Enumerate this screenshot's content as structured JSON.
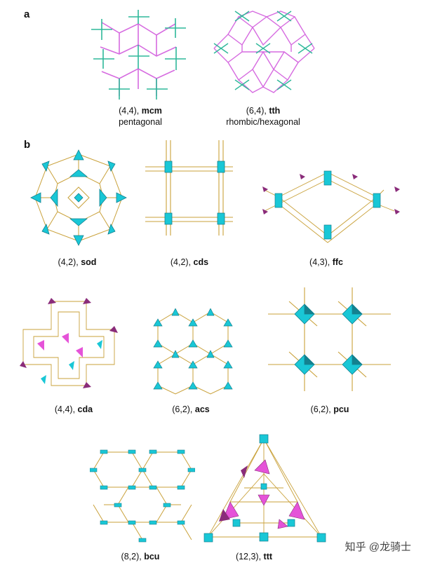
{
  "panels": {
    "a": "a",
    "b": "b"
  },
  "nets": [
    {
      "key": "mcm",
      "params": "(4,4), ",
      "symbol": "mcm",
      "desc": "pentagonal"
    },
    {
      "key": "tth",
      "params": "(6,4), ",
      "symbol": "tth",
      "desc": "rhombic/hexagonal"
    },
    {
      "key": "sod",
      "params": "(4,2), ",
      "symbol": "sod"
    },
    {
      "key": "cds",
      "params": "(4,2), ",
      "symbol": "cds"
    },
    {
      "key": "ffc",
      "params": "(4,3), ",
      "symbol": "ffc"
    },
    {
      "key": "cda",
      "params": "(4,4), ",
      "symbol": "cda"
    },
    {
      "key": "acs",
      "params": "(6,2), ",
      "symbol": "acs"
    },
    {
      "key": "pcu",
      "params": "(6,2), ",
      "symbol": "pcu"
    },
    {
      "key": "bcu",
      "params": "(8,2), ",
      "symbol": "bcu"
    },
    {
      "key": "ttt",
      "params": "(12,3), ",
      "symbol": "ttt"
    }
  ],
  "watermark": "知乎 @龙骑士",
  "colors": {
    "teal": "#2fb89a",
    "magenta": "#d66be0",
    "gold": "#c9a13a",
    "cyan": "#19c7d6",
    "cyan_dark": "#14818f",
    "purple": "#8a2c7a",
    "pink": "#e553d8"
  }
}
